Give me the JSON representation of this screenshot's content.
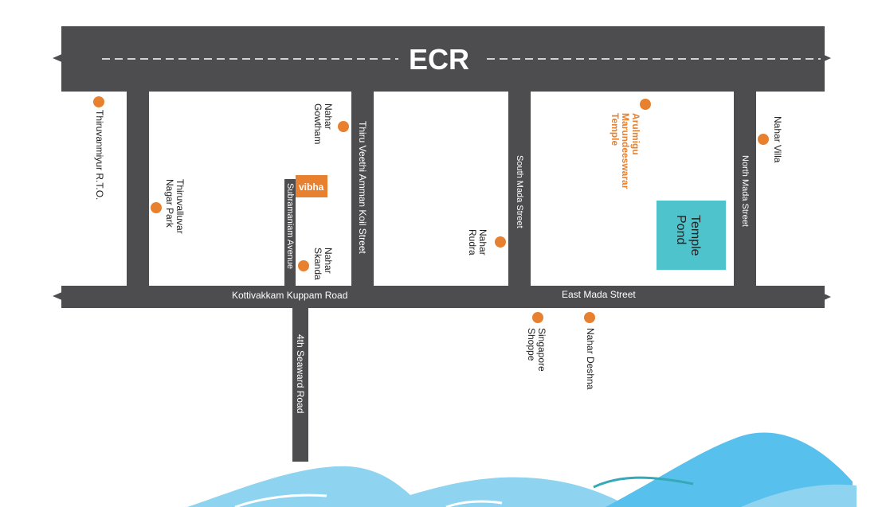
{
  "colors": {
    "road": "#4d4d4f",
    "road_text": "#ffffff",
    "pin": "#e8812f",
    "pond": "#4fc3cc",
    "water_light": "#8ed3f0",
    "water_dark": "#58c0ec",
    "wave_line": "#35a9b8"
  },
  "roads": {
    "main": "ECR",
    "kottivakkam": "Kottivakkam Kuppam Road",
    "east_mada": "East Mada Street",
    "thiru_veethi": "Thiru Veethi Amman Koil Street",
    "south_mada": "South Mada Street",
    "north_mada": "North Mada Street",
    "subramaniam": "Subramaniam Avenue",
    "seaward": "4th Seaward Road"
  },
  "landmarks": {
    "rto": "Thiruvanmiyur R.T.O.",
    "thiruvalluvar": "Thiruvalluvar\nNagar Park",
    "gowtham": "Nahar\nGowtham",
    "skanda": "Nahar\nSkanda",
    "rudra": "Nahar\nRudra",
    "temple": "Arulmigu\nMarundeeswarar\nTemple",
    "villa": "Nahar Villa",
    "singapore": "Singapore\nShoppe",
    "deshna": "Nahar Deshna",
    "pond": "Temple\nPond"
  },
  "logo": {
    "text": "vibha",
    "icon": "vibha-logo-icon"
  }
}
